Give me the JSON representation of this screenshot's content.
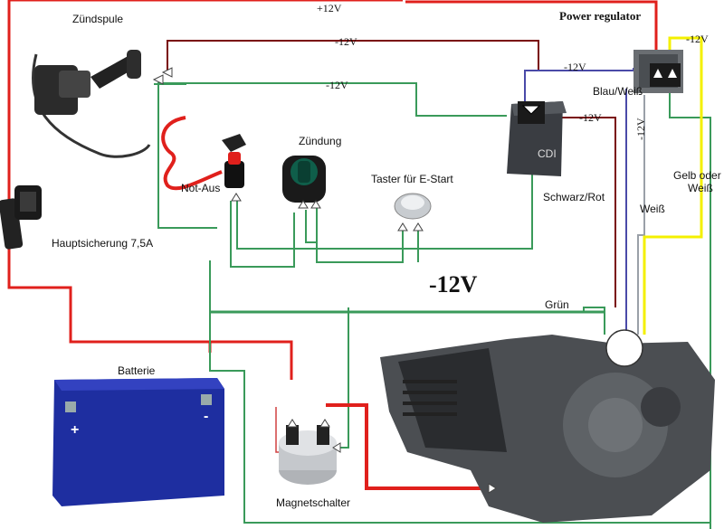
{
  "labels": {
    "plus12_top": "+12V",
    "power_regulator": "Power regulator",
    "zuendspule": "Zündspule",
    "hauptsicherung": "Hauptsicherung 7,5A",
    "not_aus": "Not-Aus",
    "zuendung": "Zündung",
    "taster": "Taster für E-Start",
    "cdi": "CDI",
    "blau_weiss": "Blau/Weiß",
    "schwarz_rot": "Schwarz/Rot",
    "weiss": "Weiß",
    "gelb_oder": "Gelb oder",
    "gelb_weiss": "Weiß",
    "gruen": "Grün",
    "minus12_big": "-12V",
    "batterie": "Batterie",
    "magnetschalter": "Magnetschalter",
    "plus_sign": "+",
    "minus_sign": "-"
  },
  "wire_labels": {
    "cdi_to_coil": "-12V",
    "cdi_gnd": "-12V",
    "reg_to_cdi": "-12V",
    "reg_yellow": "-12V",
    "cdi_right": "-12V",
    "white_wire": "-12V"
  },
  "colors": {
    "red": "#e0201c",
    "darkred": "#7a0a0a",
    "green": "#3a9a5a",
    "blue": "#4a4aa8",
    "yellow": "#f4f000",
    "battery": "#1e2ea0"
  }
}
